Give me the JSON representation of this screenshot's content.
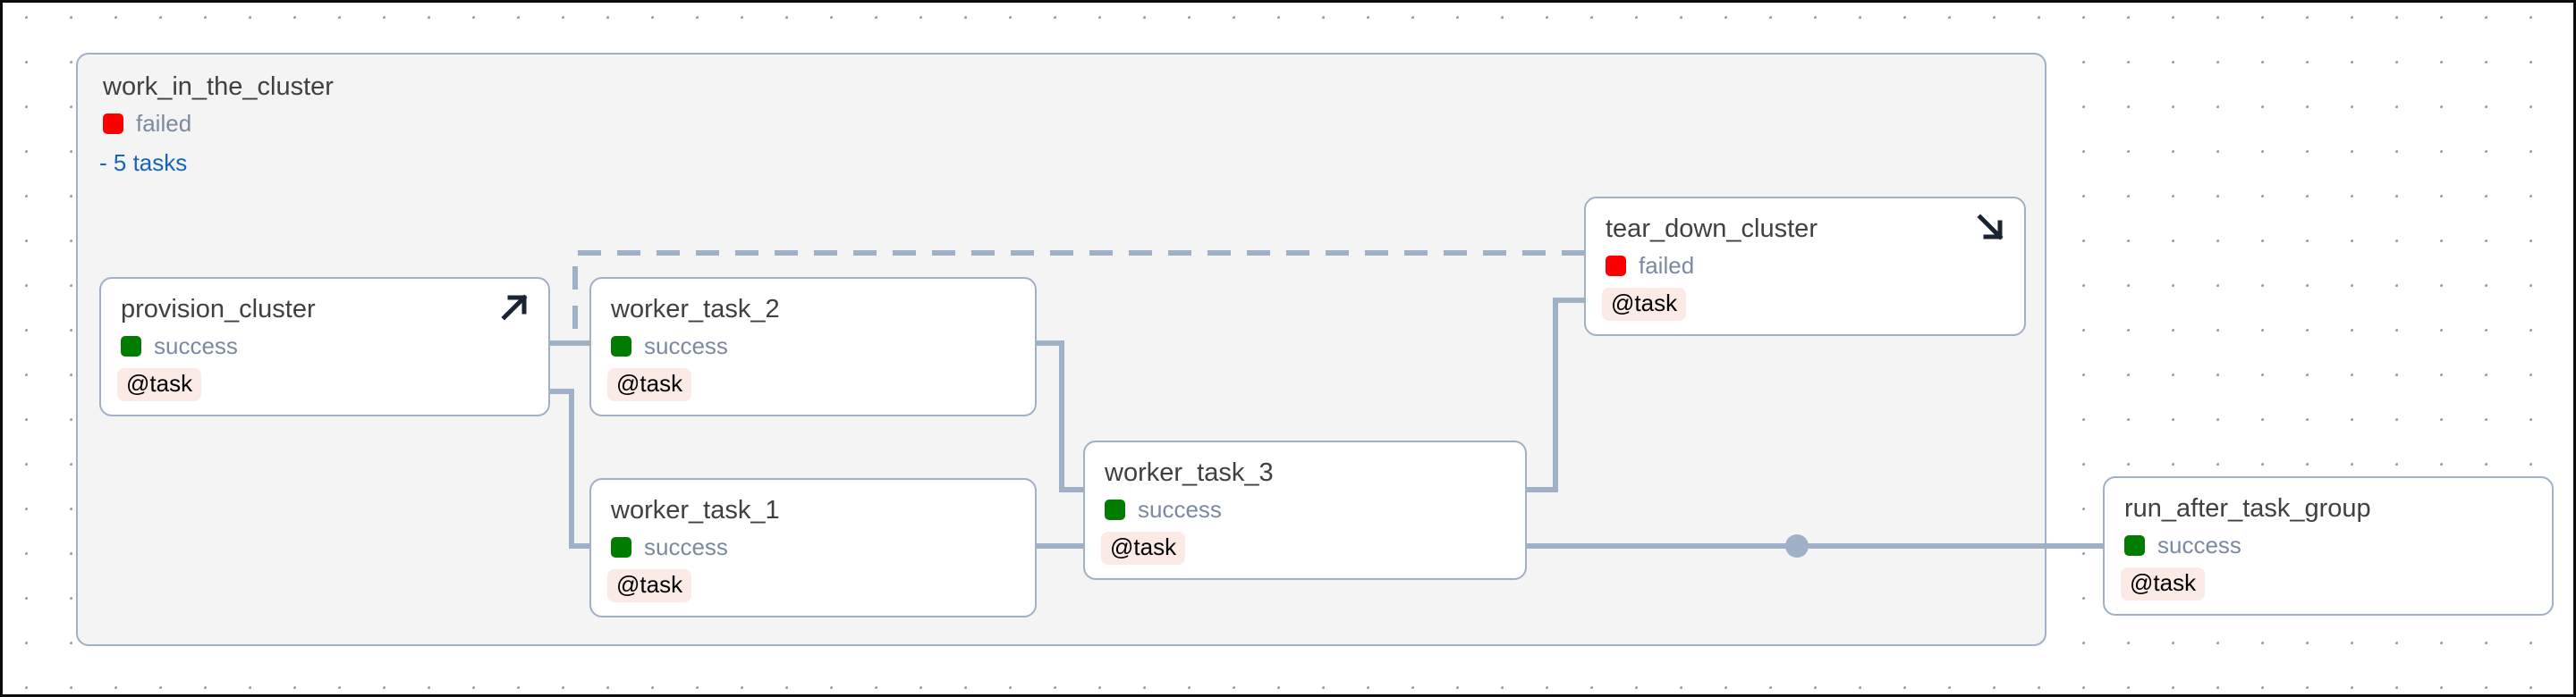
{
  "canvas": {
    "background_color": "#ffffff",
    "grid_dot_color": "#9aa0ad",
    "border_color": "#0b0b0b"
  },
  "palette": {
    "edge": "#9fb0c7",
    "node_border": "#9fb0c7",
    "group_fill": "#f4f4f4",
    "node_fill": "#ffffff",
    "status_success": "#007c00",
    "status_failed": "#fc0000",
    "badge_bg": "#fbeae6",
    "title_text": "#404040",
    "status_text": "#7b8aa0",
    "link_text": "#1565c0"
  },
  "task_group": {
    "name": "work_in_the_cluster",
    "status": "failed",
    "status_color": "#fc0000",
    "tasks_toggle": "- 5 tasks"
  },
  "nodes": [
    {
      "id": "provision_cluster",
      "name": "provision_cluster",
      "status": "success",
      "status_color": "#007c00",
      "badge": "@task",
      "icon": "arrow-up-right-icon"
    },
    {
      "id": "worker_task_2",
      "name": "worker_task_2",
      "status": "success",
      "status_color": "#007c00",
      "badge": "@task",
      "icon": null
    },
    {
      "id": "worker_task_1",
      "name": "worker_task_1",
      "status": "success",
      "status_color": "#007c00",
      "badge": "@task",
      "icon": null
    },
    {
      "id": "worker_task_3",
      "name": "worker_task_3",
      "status": "success",
      "status_color": "#007c00",
      "badge": "@task",
      "icon": null
    },
    {
      "id": "tear_down_cluster",
      "name": "tear_down_cluster",
      "status": "failed",
      "status_color": "#fc0000",
      "badge": "@task",
      "icon": "arrow-down-right-icon"
    },
    {
      "id": "run_after_task_group",
      "name": "run_after_task_group",
      "status": "success",
      "status_color": "#007c00",
      "badge": "@task",
      "icon": null
    }
  ]
}
